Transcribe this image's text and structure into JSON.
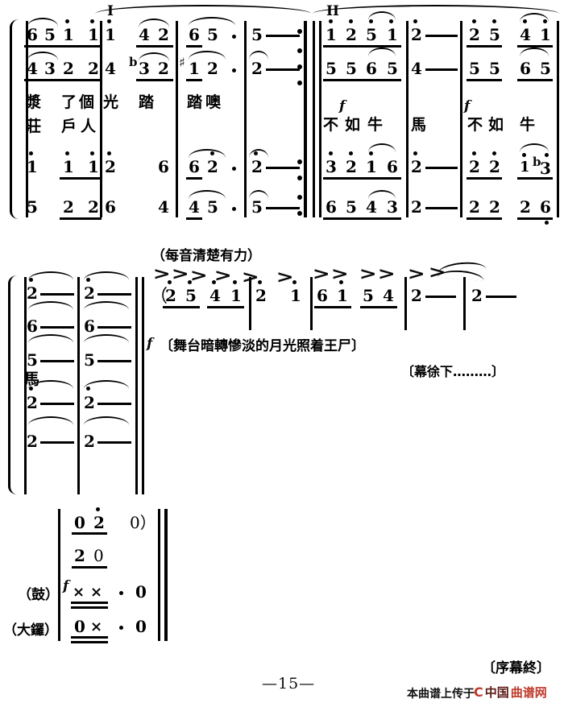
{
  "document": {
    "kind": "chinese-numbered-musical-notation",
    "page_number": "—15—"
  },
  "system_1": {
    "section_marks": [
      {
        "label": "I"
      },
      {
        "label": "II"
      }
    ],
    "staves": [
      {
        "voice": "upper-1",
        "notes": "6 5 1 1 | 1  4 2 | 6 5 · | 5 —  ‖ 1 2 5 1 | 2 — — | 2 5  4 1"
      },
      {
        "voice": "upper-2",
        "notes": "4 3 2 2 | 4  b3 2 | #1 2 · | 2 —  ‖ 5 5 6 5 | 4 — — | 5 5  6 5"
      },
      {
        "voice": "lower-1",
        "notes": "1 1 1 | 2   6 | 6 2 · | 2 —  ‖ 3 2 1 6 | 2 — — | 2 2  1 b3"
      },
      {
        "voice": "lower-2",
        "notes": "5 2 2 | 6   4 | 4 5 · | 5 —  ‖ 6 5 4 3 | 2 — — | 2 2  2 6"
      }
    ],
    "lyrics_upper": [
      "漿",
      "了",
      "個",
      "光",
      "踏",
      "踏",
      "噢",
      "不",
      "如",
      "牛",
      "馬",
      "不",
      "如",
      "牛"
    ],
    "lyrics_lower": [
      "莊",
      "戶",
      "人"
    ],
    "dynamics": [
      "f",
      "f"
    ],
    "notes_row1": {
      "m1": [
        "6",
        "5",
        "1",
        "1"
      ],
      "m2": [
        "1",
        "4",
        "2"
      ],
      "m3": [
        "6",
        "5",
        "·",
        "5"
      ],
      "m4": [
        "1",
        "2",
        "5",
        "1"
      ],
      "m5": [
        "2"
      ],
      "m6": [
        "2",
        "5",
        "4",
        "1"
      ]
    },
    "notes_row2": {
      "m1": [
        "4",
        "3",
        "2",
        "2"
      ],
      "m2": [
        "4",
        "3",
        "2"
      ],
      "m3": [
        "1",
        "2",
        "·",
        "2"
      ],
      "m4": [
        "5",
        "5",
        "6",
        "5"
      ],
      "m5": [
        "4"
      ],
      "m6": [
        "5",
        "5",
        "6",
        "5"
      ]
    },
    "notes_row3": {
      "m1": [
        "1",
        "1",
        "1"
      ],
      "m2": [
        "2",
        "6"
      ],
      "m3": [
        "6",
        "2",
        "·",
        "2"
      ],
      "m4": [
        "3",
        "2",
        "1",
        "6"
      ],
      "m5": [
        "2"
      ],
      "m6": [
        "2",
        "2",
        "1",
        "3"
      ]
    },
    "notes_row4": {
      "m1": [
        "5",
        "2",
        "2"
      ],
      "m2": [
        "6",
        "4"
      ],
      "m3": [
        "4",
        "5",
        "·",
        "5"
      ],
      "m4": [
        "6",
        "5",
        "4",
        "3"
      ],
      "m5": [
        "2"
      ],
      "m6": [
        "2",
        "2",
        "2",
        "6"
      ]
    },
    "accidentals": [
      "b",
      "♯",
      "b"
    ]
  },
  "system_2": {
    "instruction": "（每音清楚有力）",
    "held_chord": {
      "voices": [
        "2",
        "6",
        "5",
        "2",
        "2"
      ],
      "lyric": "馬",
      "repeats": 2
    },
    "accent_phrase": {
      "open_paren": "（",
      "notes": [
        "2",
        "5",
        "4",
        "1",
        "2",
        "1",
        "6",
        "1",
        "5",
        "4",
        "2",
        "2"
      ],
      "accent_symbol": ">",
      "accent_count": 12
    },
    "dynamic": "f",
    "stage_direction": "〔舞台暗轉慘淡的月光照着王尸〕",
    "curtain_direction": "〔幕徐下………〕"
  },
  "system_3": {
    "percussion_labels": [
      "（鼓）",
      "（大鑼）"
    ],
    "dynamic": "f",
    "rows": [
      {
        "name": "melody-top",
        "cells": [
          "0",
          "2",
          "0）"
        ]
      },
      {
        "name": "melody-bottom",
        "cells": [
          "2",
          "0"
        ]
      },
      {
        "name": "drum",
        "cells": [
          "×",
          "×",
          "·",
          "0"
        ]
      },
      {
        "name": "gong",
        "cells": [
          "0",
          "×",
          "·",
          "0"
        ]
      }
    ]
  },
  "footer": {
    "end_mark": "〔序幕終〕",
    "page_number": "—15—",
    "credit_text": "本曲谱上传于",
    "logo_mark": "C",
    "logo_text_dark": "中国",
    "logo_text_red": "曲谱网",
    "accent_color": "#c0392b"
  }
}
